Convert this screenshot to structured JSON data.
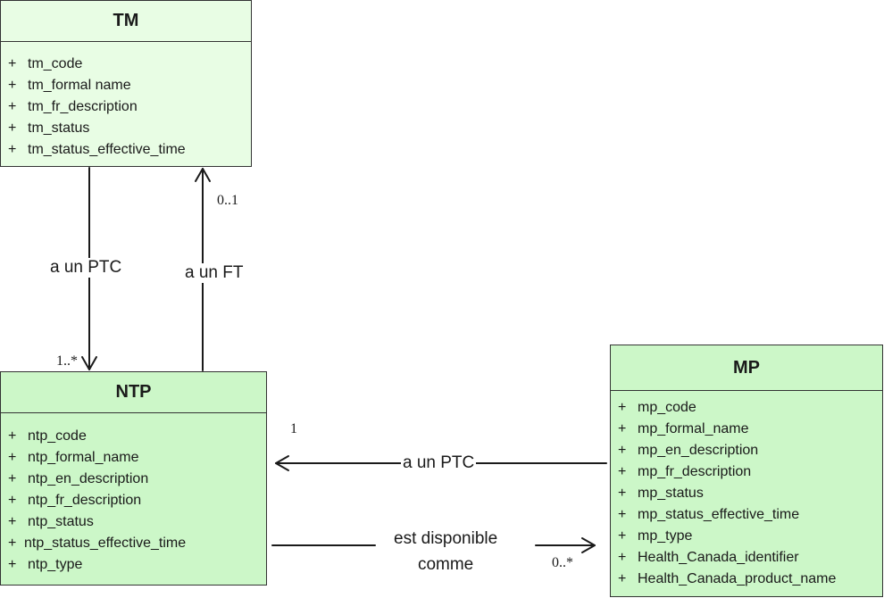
{
  "classes": {
    "tm": {
      "name": "TM",
      "attributes": [
        "tm_code",
        "tm_formal name",
        "tm_fr_description",
        "tm_status",
        "tm_status_effective_time"
      ]
    },
    "ntp": {
      "name": "NTP",
      "attributes": [
        "ntp_code",
        "ntp_formal_name",
        "ntp_en_description",
        "ntp_fr_description",
        "ntp_status",
        "ntp_status_effective_time",
        "ntp_type"
      ]
    },
    "mp": {
      "name": "MP",
      "attributes": [
        "mp_code",
        "mp_formal_name",
        "mp_en_description",
        "mp_fr_description",
        "mp_status",
        "mp_status_effective_time",
        "mp_type",
        "Health_Canada_identifier",
        "Health_Canada_product_name"
      ]
    }
  },
  "visibility_marker": "+",
  "associations": {
    "tm_ntp_ptc": {
      "label": "a un PTC",
      "multiplicity": "1..*"
    },
    "ntp_tm_ft": {
      "label": "a un FT",
      "multiplicity": "0..1"
    },
    "mp_ntp_ptc": {
      "label": "a un PTC",
      "multiplicity": "1"
    },
    "ntp_mp_dispo": {
      "label_line1": "est disponible",
      "label_line2": "comme",
      "multiplicity": "0..*"
    }
  }
}
